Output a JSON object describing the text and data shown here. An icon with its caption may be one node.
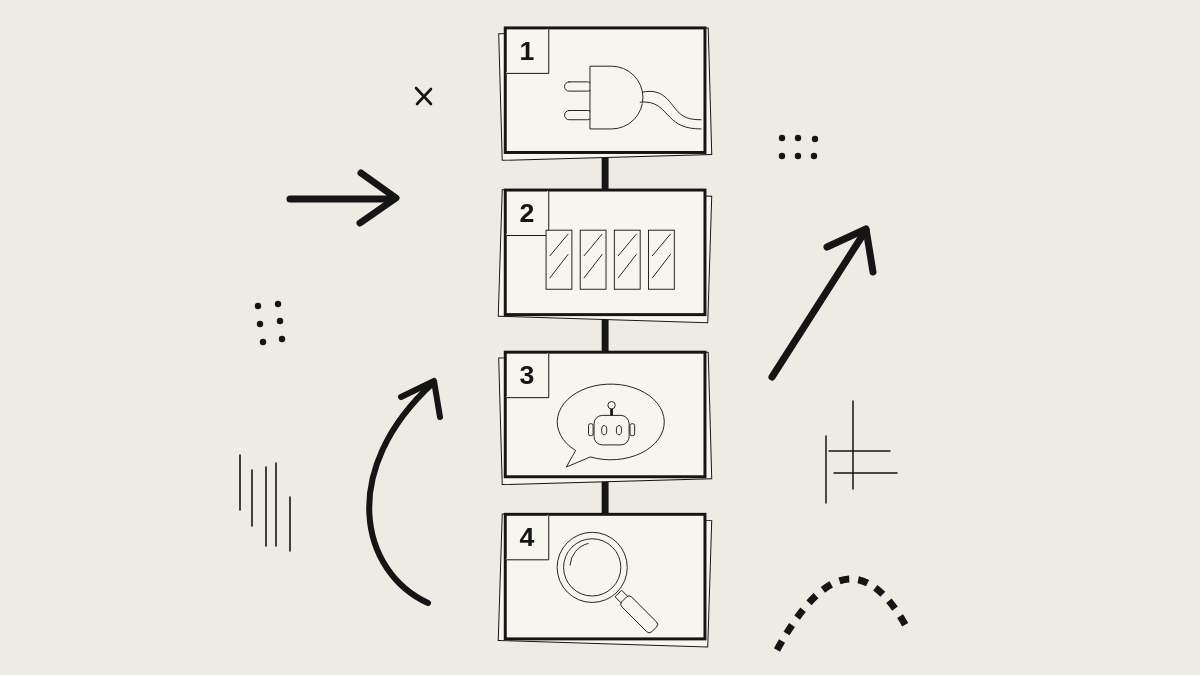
{
  "diagram": {
    "nodes": [
      {
        "text": [
          "1"
        ]
      },
      {
        "text": [
          "2"
        ]
      },
      {
        "text": [
          "3"
        ]
      },
      {
        "text": [
          "4"
        ]
      }
    ],
    "edges": [
      {
        "from": 0,
        "to": 1,
        "arrow": "none"
      },
      {
        "from": 1,
        "to": 2,
        "arrow": "none"
      },
      {
        "from": 2,
        "to": 3,
        "arrow": "none"
      }
    ]
  }
}
